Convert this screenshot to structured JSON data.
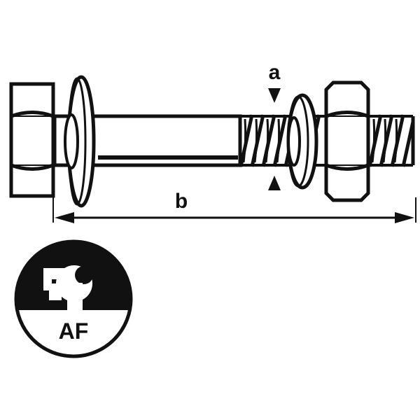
{
  "diagram": {
    "labels": {
      "thickness": "a",
      "length": "b",
      "badge": "AF"
    },
    "colors": {
      "ink": "#111111",
      "paper": "#ffffff"
    },
    "icons": [
      "bolt-head-icon",
      "washer-icon",
      "threaded-shank-icon",
      "hex-nut-icon",
      "wrench-icon"
    ]
  }
}
